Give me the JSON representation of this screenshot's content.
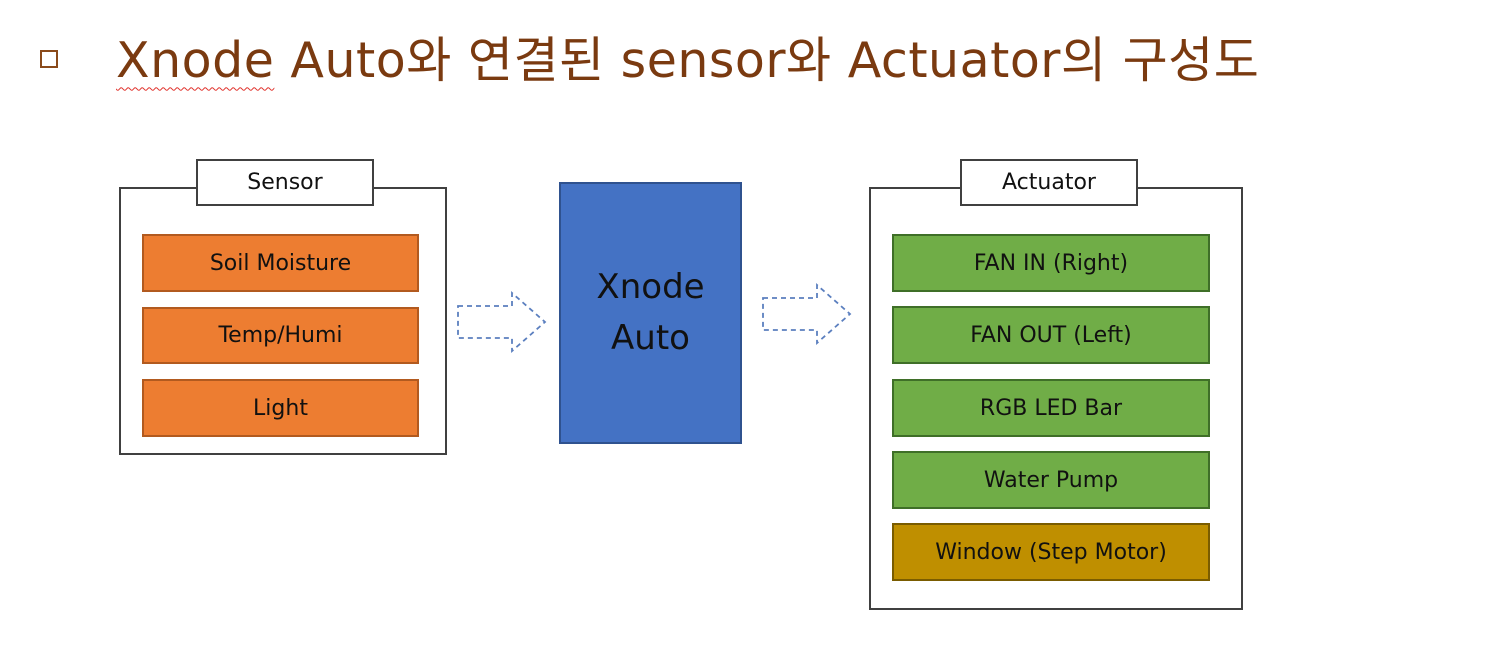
{
  "slide": {
    "title": "Xnode Auto와 연결된 sensor와 Actuator의 구성도",
    "title_underlined": "Xnode",
    "title_rest": " Auto와 연결된 sensor와 Actuator의 구성도",
    "bullet_icon": "square-bullet-icon",
    "title_color": "#7a3a10"
  },
  "sensor_group": {
    "label": "Sensor",
    "items": [
      {
        "label": "Soil Moisture",
        "color": "#ed7d31"
      },
      {
        "label": "Temp/Humi",
        "color": "#ed7d31"
      },
      {
        "label": "Light",
        "color": "#ed7d31"
      }
    ]
  },
  "controller": {
    "line1": "Xnode",
    "line2": "Auto",
    "color": "#4472c4"
  },
  "actuator_group": {
    "label": "Actuator",
    "items": [
      {
        "label": "FAN IN (Right)",
        "color": "#70ad47"
      },
      {
        "label": "FAN OUT (Left)",
        "color": "#70ad47"
      },
      {
        "label": "RGB LED Bar",
        "color": "#70ad47"
      },
      {
        "label": "Water Pump",
        "color": "#70ad47"
      },
      {
        "label": "Window (Step Motor)",
        "color": "#bf8f00"
      }
    ]
  },
  "connectors": {
    "icon": "dashed-right-arrow-icon",
    "color": "#5b7fbf"
  }
}
